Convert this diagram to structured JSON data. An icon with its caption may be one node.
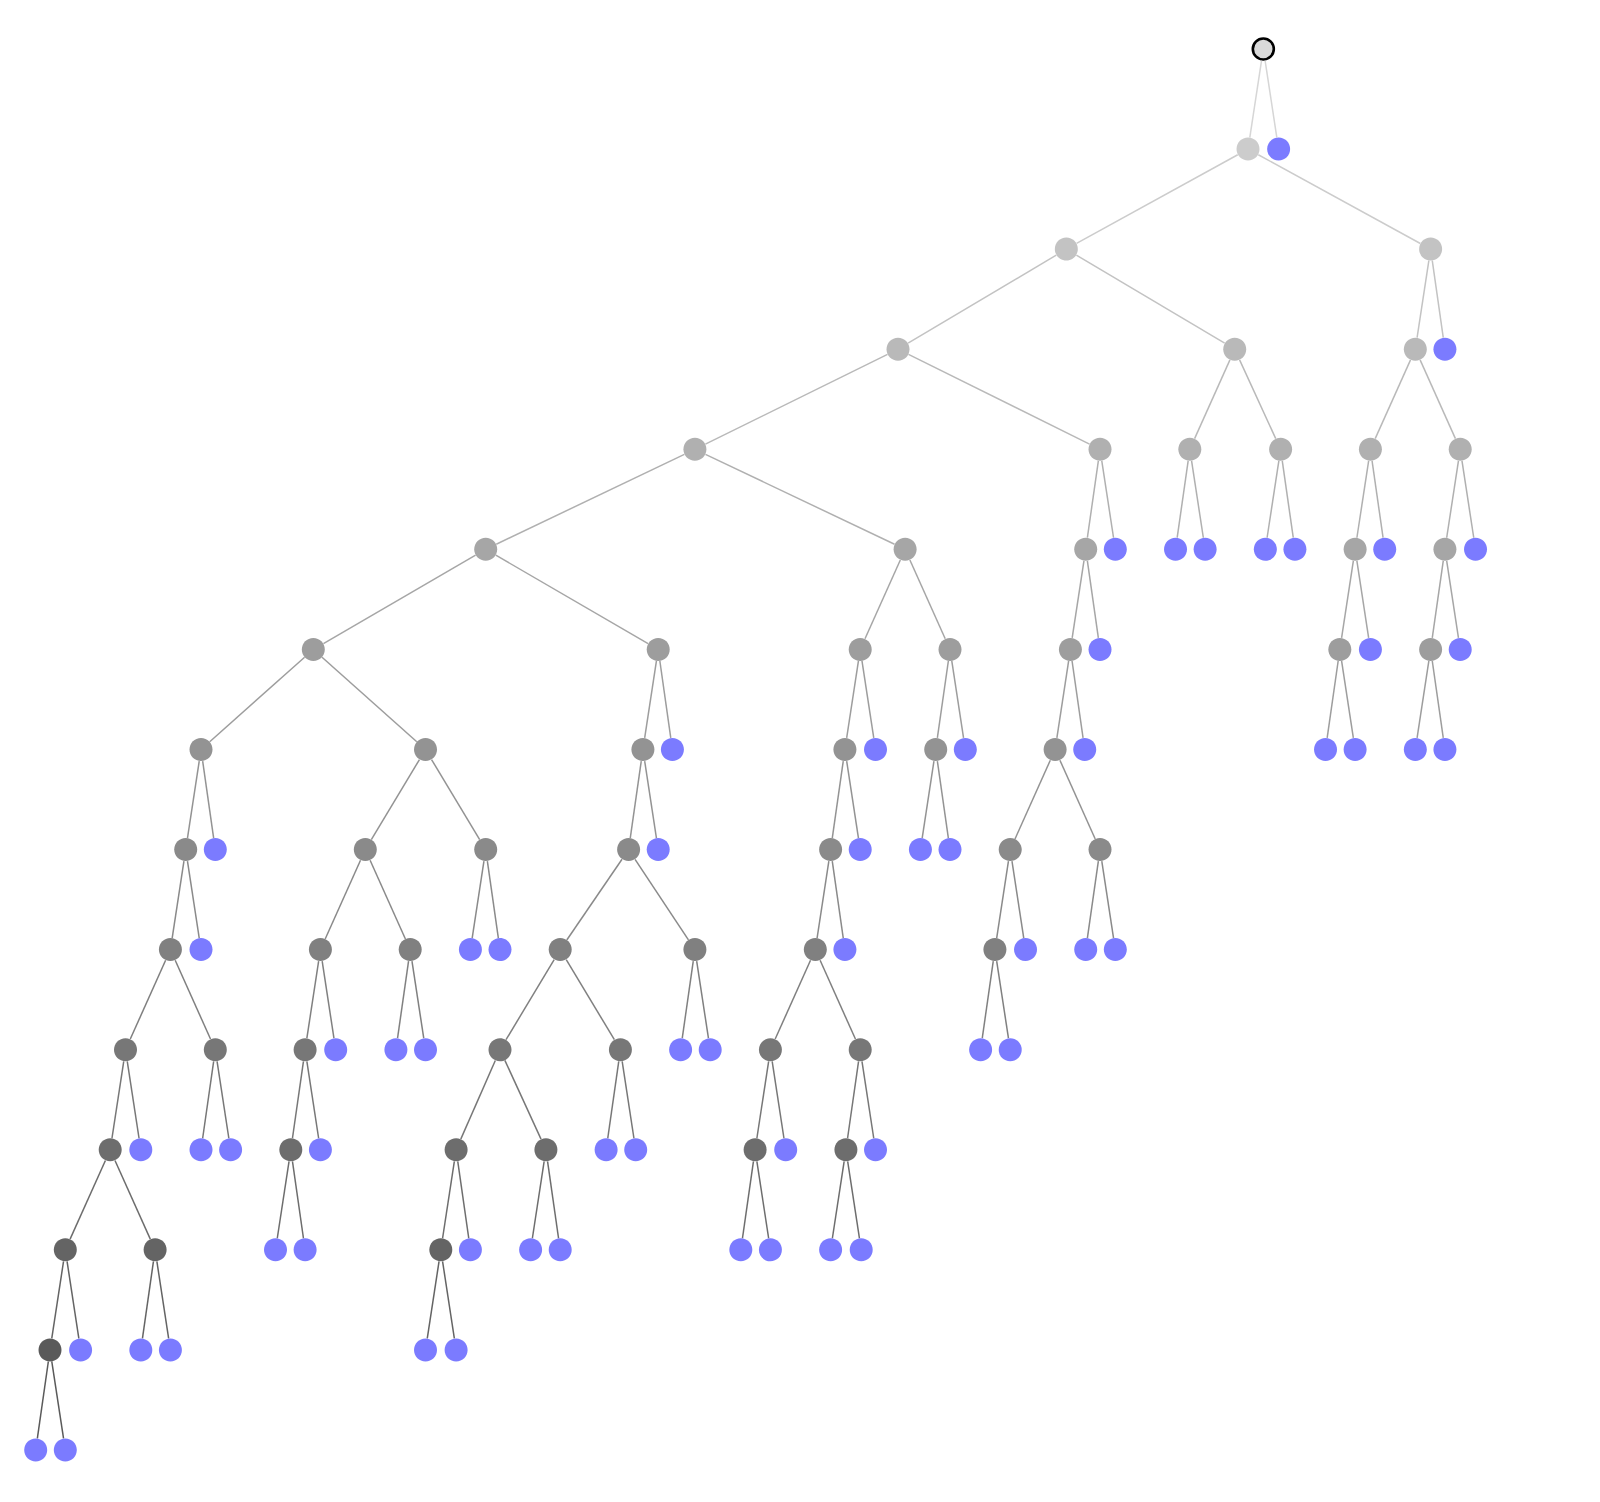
{
  "diagram": {
    "nodes": [
      {
        "text": [],
        "shape": "circle"
      },
      {
        "text": [],
        "shape": "circle"
      },
      {
        "text": [],
        "shape": "circle"
      },
      {
        "text": [],
        "shape": "circle"
      },
      {
        "text": [],
        "shape": "circle"
      },
      {
        "text": [],
        "shape": "circle"
      },
      {
        "text": [],
        "shape": "circle"
      },
      {
        "text": [],
        "shape": "circle"
      },
      {
        "text": [],
        "shape": "circle"
      },
      {
        "text": [],
        "shape": "circle"
      },
      {
        "text": [],
        "shape": "circle"
      },
      {
        "text": [],
        "shape": "circle"
      },
      {
        "text": [],
        "shape": "circle"
      },
      {
        "text": [],
        "shape": "circle"
      },
      {
        "text": [],
        "shape": "circle"
      },
      {
        "text": [],
        "shape": "circle"
      },
      {
        "text": [],
        "shape": "circle"
      },
      {
        "text": [],
        "shape": "circle"
      },
      {
        "text": [],
        "shape": "circle"
      },
      {
        "text": [],
        "shape": "circle"
      },
      {
        "text": [],
        "shape": "circle"
      },
      {
        "text": [],
        "shape": "circle"
      },
      {
        "text": [],
        "shape": "circle"
      },
      {
        "text": [],
        "shape": "circle"
      },
      {
        "text": [],
        "shape": "circle"
      },
      {
        "text": [],
        "shape": "circle"
      },
      {
        "text": [],
        "shape": "circle"
      },
      {
        "text": [],
        "shape": "circle"
      },
      {
        "text": [],
        "shape": "circle"
      },
      {
        "text": [],
        "shape": "circle"
      },
      {
        "text": [],
        "shape": "circle"
      },
      {
        "text": [],
        "shape": "circle"
      },
      {
        "text": [],
        "shape": "circle"
      },
      {
        "text": [],
        "shape": "circle"
      },
      {
        "text": [],
        "shape": "circle"
      },
      {
        "text": [],
        "shape": "circle"
      },
      {
        "text": [],
        "shape": "circle"
      },
      {
        "text": [],
        "shape": "circle"
      },
      {
        "text": [],
        "shape": "circle"
      },
      {
        "text": [],
        "shape": "circle"
      },
      {
        "text": [],
        "shape": "circle"
      },
      {
        "text": [],
        "shape": "circle"
      },
      {
        "text": [],
        "shape": "circle"
      },
      {
        "text": [],
        "shape": "circle"
      },
      {
        "text": [],
        "shape": "circle"
      },
      {
        "text": [],
        "shape": "circle"
      },
      {
        "text": [],
        "shape": "circle"
      },
      {
        "text": [],
        "shape": "circle"
      },
      {
        "text": [],
        "shape": "circle"
      },
      {
        "text": [],
        "shape": "circle"
      },
      {
        "text": [],
        "shape": "circle"
      },
      {
        "text": [],
        "shape": "circle"
      },
      {
        "text": [],
        "shape": "circle"
      },
      {
        "text": [],
        "shape": "circle"
      },
      {
        "text": [],
        "shape": "circle"
      },
      {
        "text": [],
        "shape": "circle"
      },
      {
        "text": [],
        "shape": "circle"
      },
      {
        "text": [],
        "shape": "circle"
      },
      {
        "text": [],
        "shape": "circle"
      },
      {
        "text": [],
        "shape": "circle"
      },
      {
        "text": [],
        "shape": "circle"
      },
      {
        "text": [],
        "shape": "circle"
      },
      {
        "text": [],
        "shape": "circle"
      },
      {
        "text": [],
        "shape": "circle"
      },
      {
        "text": [],
        "shape": "circle"
      },
      {
        "text": [],
        "shape": "circle"
      },
      {
        "text": [],
        "shape": "circle"
      },
      {
        "text": [],
        "shape": "circle"
      },
      {
        "text": [],
        "shape": "circle"
      },
      {
        "text": [],
        "shape": "circle"
      },
      {
        "text": [],
        "shape": "circle"
      },
      {
        "text": [],
        "shape": "circle"
      },
      {
        "text": [],
        "shape": "circle"
      },
      {
        "text": [],
        "shape": "circle"
      },
      {
        "text": [],
        "shape": "circle"
      },
      {
        "text": [],
        "shape": "circle"
      },
      {
        "text": [],
        "shape": "circle"
      },
      {
        "text": [],
        "shape": "circle"
      },
      {
        "text": [],
        "shape": "circle"
      },
      {
        "text": [],
        "shape": "circle"
      },
      {
        "text": [],
        "shape": "circle"
      },
      {
        "text": [],
        "shape": "circle"
      },
      {
        "text": [],
        "shape": "circle"
      },
      {
        "text": [],
        "shape": "circle"
      },
      {
        "text": [],
        "shape": "circle"
      },
      {
        "text": [],
        "shape": "circle"
      },
      {
        "text": [],
        "shape": "circle"
      },
      {
        "text": [],
        "shape": "circle"
      },
      {
        "text": [],
        "shape": "circle"
      },
      {
        "text": [],
        "shape": "circle"
      },
      {
        "text": [],
        "shape": "circle"
      },
      {
        "text": [],
        "shape": "circle"
      },
      {
        "text": [],
        "shape": "circle"
      },
      {
        "text": [],
        "shape": "circle"
      },
      {
        "text": [],
        "shape": "circle"
      },
      {
        "text": [],
        "shape": "circle"
      },
      {
        "text": [],
        "shape": "circle"
      },
      {
        "text": [],
        "shape": "circle"
      },
      {
        "text": [],
        "shape": "circle"
      },
      {
        "text": [],
        "shape": "circle"
      },
      {
        "text": [],
        "shape": "circle"
      },
      {
        "text": [],
        "shape": "circle"
      },
      {
        "text": [],
        "shape": "circle"
      },
      {
        "text": [],
        "shape": "circle"
      },
      {
        "text": [],
        "shape": "circle"
      },
      {
        "text": [],
        "shape": "circle"
      },
      {
        "text": [],
        "shape": "circle"
      },
      {
        "text": [],
        "shape": "circle"
      },
      {
        "text": [],
        "shape": "circle"
      },
      {
        "text": [],
        "shape": "circle"
      },
      {
        "text": [],
        "shape": "circle"
      },
      {
        "text": [],
        "shape": "circle"
      },
      {
        "text": [],
        "shape": "circle"
      },
      {
        "text": [],
        "shape": "circle"
      },
      {
        "text": [],
        "shape": "circle"
      },
      {
        "text": [],
        "shape": "circle"
      },
      {
        "text": [],
        "shape": "circle"
      },
      {
        "text": [],
        "shape": "circle"
      },
      {
        "text": [],
        "shape": "circle"
      },
      {
        "text": [],
        "shape": "circle"
      },
      {
        "text": [],
        "shape": "circle"
      },
      {
        "text": [],
        "shape": "circle"
      },
      {
        "text": [],
        "shape": "circle"
      },
      {
        "text": [],
        "shape": "circle"
      },
      {
        "text": [],
        "shape": "circle"
      }
    ],
    "edges": [
      {
        "from": 0,
        "to": 1,
        "arrow": "none"
      },
      {
        "from": 0,
        "to": 2,
        "arrow": "none"
      },
      {
        "from": 1,
        "to": 3,
        "arrow": "none"
      },
      {
        "from": 1,
        "to": 4,
        "arrow": "none"
      },
      {
        "from": 3,
        "to": 5,
        "arrow": "none"
      },
      {
        "from": 3,
        "to": 6,
        "arrow": "none"
      },
      {
        "from": 4,
        "to": 7,
        "arrow": "none"
      },
      {
        "from": 4,
        "to": 8,
        "arrow": "none"
      },
      {
        "from": 5,
        "to": 9,
        "arrow": "none"
      },
      {
        "from": 5,
        "to": 10,
        "arrow": "none"
      },
      {
        "from": 6,
        "to": 11,
        "arrow": "none"
      },
      {
        "from": 6,
        "to": 12,
        "arrow": "none"
      },
      {
        "from": 7,
        "to": 13,
        "arrow": "none"
      },
      {
        "from": 7,
        "to": 14,
        "arrow": "none"
      },
      {
        "from": 9,
        "to": 15,
        "arrow": "none"
      },
      {
        "from": 9,
        "to": 16,
        "arrow": "none"
      },
      {
        "from": 10,
        "to": 17,
        "arrow": "none"
      },
      {
        "from": 10,
        "to": 18,
        "arrow": "none"
      },
      {
        "from": 11,
        "to": 19,
        "arrow": "none"
      },
      {
        "from": 11,
        "to": 20,
        "arrow": "none"
      },
      {
        "from": 12,
        "to": 21,
        "arrow": "none"
      },
      {
        "from": 12,
        "to": 22,
        "arrow": "none"
      },
      {
        "from": 13,
        "to": 23,
        "arrow": "none"
      },
      {
        "from": 13,
        "to": 24,
        "arrow": "none"
      },
      {
        "from": 14,
        "to": 25,
        "arrow": "none"
      },
      {
        "from": 14,
        "to": 26,
        "arrow": "none"
      },
      {
        "from": 15,
        "to": 27,
        "arrow": "none"
      },
      {
        "from": 15,
        "to": 28,
        "arrow": "none"
      },
      {
        "from": 16,
        "to": 29,
        "arrow": "none"
      },
      {
        "from": 16,
        "to": 30,
        "arrow": "none"
      },
      {
        "from": 17,
        "to": 31,
        "arrow": "none"
      },
      {
        "from": 17,
        "to": 32,
        "arrow": "none"
      },
      {
        "from": 23,
        "to": 33,
        "arrow": "none"
      },
      {
        "from": 23,
        "to": 34,
        "arrow": "none"
      },
      {
        "from": 25,
        "to": 35,
        "arrow": "none"
      },
      {
        "from": 25,
        "to": 36,
        "arrow": "none"
      },
      {
        "from": 27,
        "to": 37,
        "arrow": "none"
      },
      {
        "from": 27,
        "to": 38,
        "arrow": "none"
      },
      {
        "from": 28,
        "to": 39,
        "arrow": "none"
      },
      {
        "from": 28,
        "to": 40,
        "arrow": "none"
      },
      {
        "from": 29,
        "to": 41,
        "arrow": "none"
      },
      {
        "from": 29,
        "to": 42,
        "arrow": "none"
      },
      {
        "from": 30,
        "to": 43,
        "arrow": "none"
      },
      {
        "from": 30,
        "to": 44,
        "arrow": "none"
      },
      {
        "from": 31,
        "to": 45,
        "arrow": "none"
      },
      {
        "from": 31,
        "to": 46,
        "arrow": "none"
      },
      {
        "from": 33,
        "to": 47,
        "arrow": "none"
      },
      {
        "from": 33,
        "to": 48,
        "arrow": "none"
      },
      {
        "from": 35,
        "to": 49,
        "arrow": "none"
      },
      {
        "from": 35,
        "to": 50,
        "arrow": "none"
      },
      {
        "from": 37,
        "to": 51,
        "arrow": "none"
      },
      {
        "from": 37,
        "to": 52,
        "arrow": "none"
      },
      {
        "from": 38,
        "to": 53,
        "arrow": "none"
      },
      {
        "from": 38,
        "to": 54,
        "arrow": "none"
      },
      {
        "from": 39,
        "to": 55,
        "arrow": "none"
      },
      {
        "from": 39,
        "to": 56,
        "arrow": "none"
      },
      {
        "from": 41,
        "to": 57,
        "arrow": "none"
      },
      {
        "from": 41,
        "to": 58,
        "arrow": "none"
      },
      {
        "from": 43,
        "to": 59,
        "arrow": "none"
      },
      {
        "from": 43,
        "to": 60,
        "arrow": "none"
      },
      {
        "from": 45,
        "to": 61,
        "arrow": "none"
      },
      {
        "from": 45,
        "to": 62,
        "arrow": "none"
      },
      {
        "from": 51,
        "to": 63,
        "arrow": "none"
      },
      {
        "from": 51,
        "to": 64,
        "arrow": "none"
      },
      {
        "from": 53,
        "to": 65,
        "arrow": "none"
      },
      {
        "from": 53,
        "to": 66,
        "arrow": "none"
      },
      {
        "from": 54,
        "to": 67,
        "arrow": "none"
      },
      {
        "from": 54,
        "to": 68,
        "arrow": "none"
      },
      {
        "from": 55,
        "to": 69,
        "arrow": "none"
      },
      {
        "from": 55,
        "to": 70,
        "arrow": "none"
      },
      {
        "from": 57,
        "to": 71,
        "arrow": "none"
      },
      {
        "from": 57,
        "to": 72,
        "arrow": "none"
      },
      {
        "from": 61,
        "to": 73,
        "arrow": "none"
      },
      {
        "from": 61,
        "to": 74,
        "arrow": "none"
      },
      {
        "from": 62,
        "to": 75,
        "arrow": "none"
      },
      {
        "from": 62,
        "to": 76,
        "arrow": "none"
      },
      {
        "from": 63,
        "to": 77,
        "arrow": "none"
      },
      {
        "from": 63,
        "to": 78,
        "arrow": "none"
      },
      {
        "from": 65,
        "to": 79,
        "arrow": "none"
      },
      {
        "from": 65,
        "to": 80,
        "arrow": "none"
      },
      {
        "from": 66,
        "to": 81,
        "arrow": "none"
      },
      {
        "from": 66,
        "to": 82,
        "arrow": "none"
      },
      {
        "from": 69,
        "to": 83,
        "arrow": "none"
      },
      {
        "from": 69,
        "to": 84,
        "arrow": "none"
      },
      {
        "from": 70,
        "to": 85,
        "arrow": "none"
      },
      {
        "from": 70,
        "to": 86,
        "arrow": "none"
      },
      {
        "from": 71,
        "to": 87,
        "arrow": "none"
      },
      {
        "from": 71,
        "to": 88,
        "arrow": "none"
      },
      {
        "from": 73,
        "to": 89,
        "arrow": "none"
      },
      {
        "from": 73,
        "to": 90,
        "arrow": "none"
      },
      {
        "from": 77,
        "to": 91,
        "arrow": "none"
      },
      {
        "from": 77,
        "to": 92,
        "arrow": "none"
      },
      {
        "from": 78,
        "to": 93,
        "arrow": "none"
      },
      {
        "from": 78,
        "to": 94,
        "arrow": "none"
      },
      {
        "from": 79,
        "to": 95,
        "arrow": "none"
      },
      {
        "from": 79,
        "to": 96,
        "arrow": "none"
      },
      {
        "from": 83,
        "to": 97,
        "arrow": "none"
      },
      {
        "from": 83,
        "to": 98,
        "arrow": "none"
      },
      {
        "from": 84,
        "to": 99,
        "arrow": "none"
      },
      {
        "from": 84,
        "to": 100,
        "arrow": "none"
      },
      {
        "from": 87,
        "to": 101,
        "arrow": "none"
      },
      {
        "from": 87,
        "to": 102,
        "arrow": "none"
      },
      {
        "from": 88,
        "to": 103,
        "arrow": "none"
      },
      {
        "from": 88,
        "to": 104,
        "arrow": "none"
      },
      {
        "from": 91,
        "to": 105,
        "arrow": "none"
      },
      {
        "from": 91,
        "to": 106,
        "arrow": "none"
      },
      {
        "from": 95,
        "to": 107,
        "arrow": "none"
      },
      {
        "from": 95,
        "to": 108,
        "arrow": "none"
      },
      {
        "from": 97,
        "to": 109,
        "arrow": "none"
      },
      {
        "from": 97,
        "to": 110,
        "arrow": "none"
      },
      {
        "from": 98,
        "to": 111,
        "arrow": "none"
      },
      {
        "from": 98,
        "to": 112,
        "arrow": "none"
      },
      {
        "from": 101,
        "to": 113,
        "arrow": "none"
      },
      {
        "from": 101,
        "to": 114,
        "arrow": "none"
      },
      {
        "from": 103,
        "to": 115,
        "arrow": "none"
      },
      {
        "from": 103,
        "to": 116,
        "arrow": "none"
      },
      {
        "from": 105,
        "to": 117,
        "arrow": "none"
      },
      {
        "from": 105,
        "to": 118,
        "arrow": "none"
      },
      {
        "from": 106,
        "to": 119,
        "arrow": "none"
      },
      {
        "from": 106,
        "to": 120,
        "arrow": "none"
      },
      {
        "from": 109,
        "to": 121,
        "arrow": "none"
      },
      {
        "from": 109,
        "to": 122,
        "arrow": "none"
      },
      {
        "from": 117,
        "to": 123,
        "arrow": "none"
      },
      {
        "from": 117,
        "to": 124,
        "arrow": "none"
      }
    ]
  }
}
